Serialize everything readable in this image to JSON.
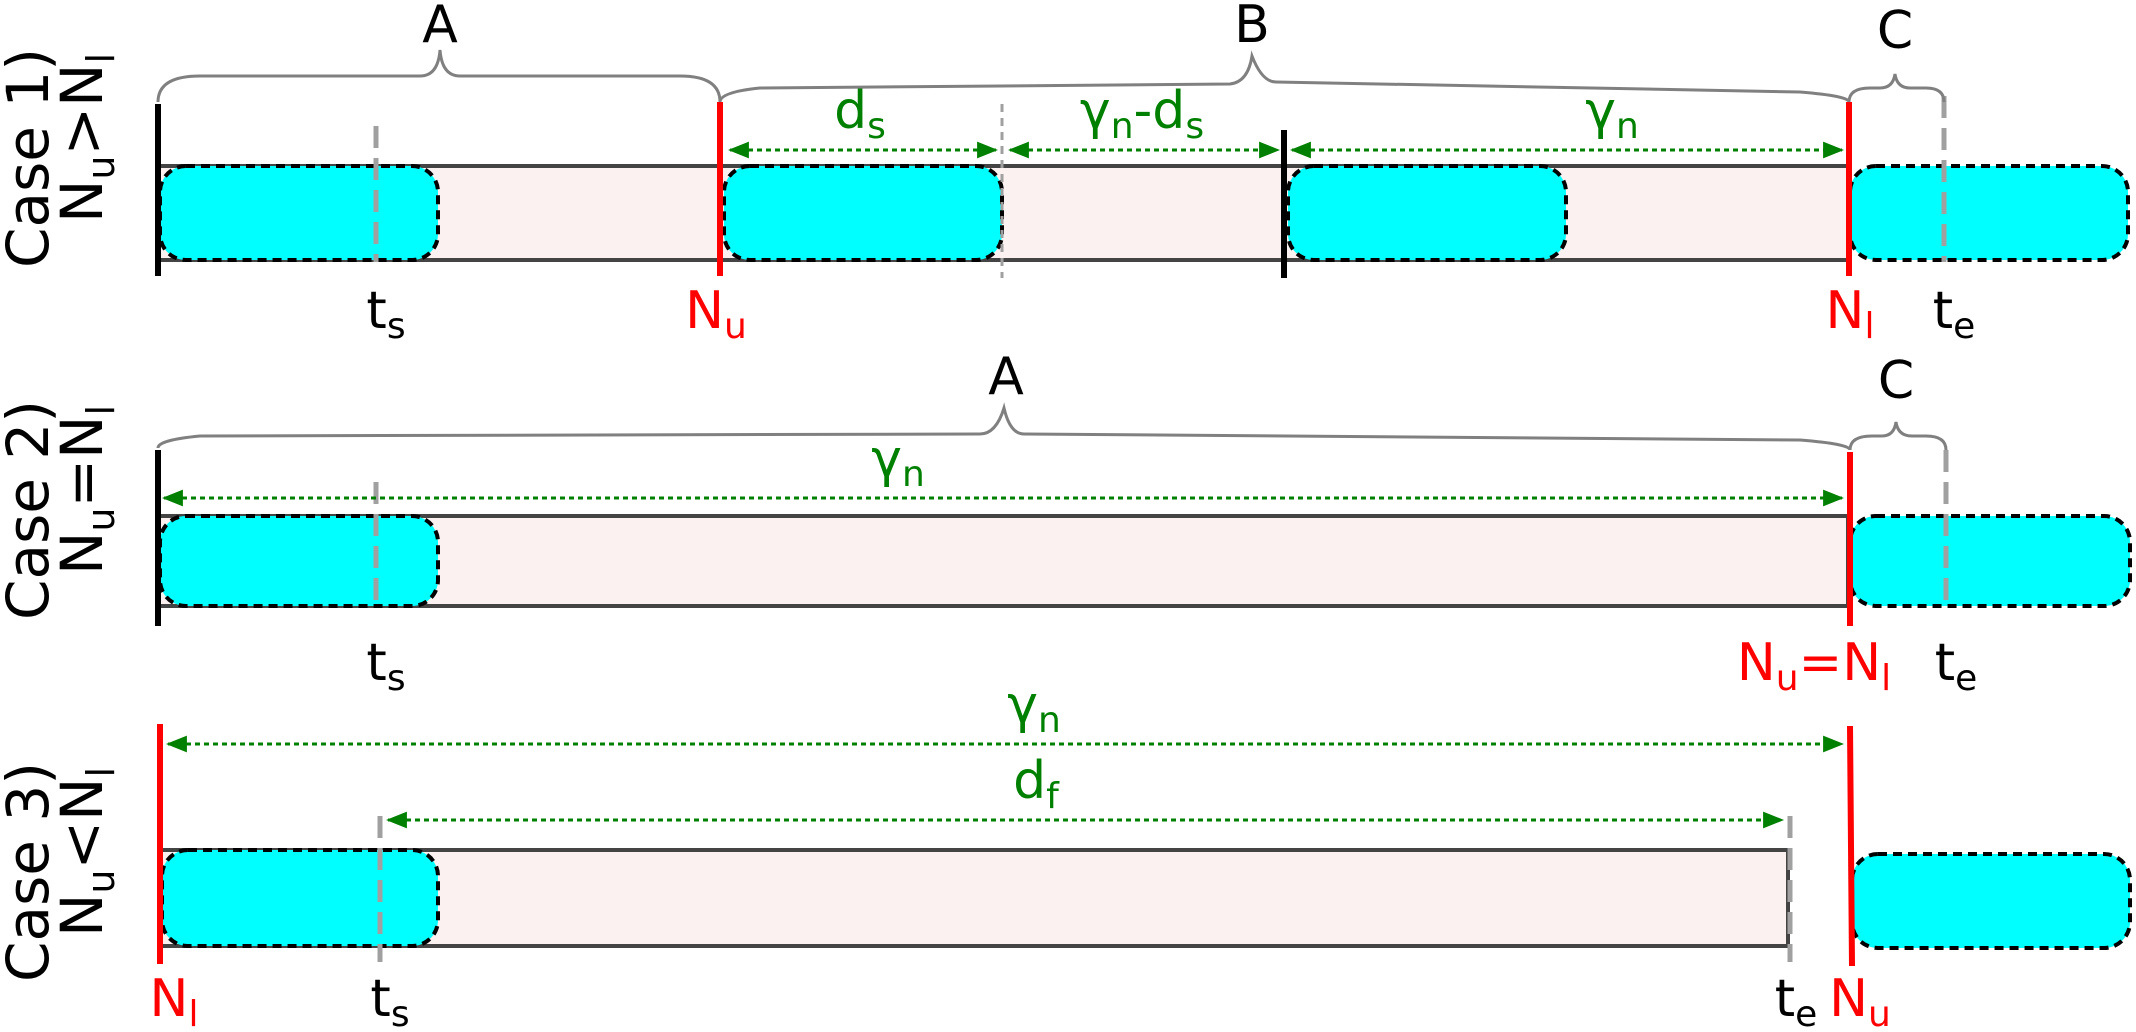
{
  "colors": {
    "cyan": "#00FFFF",
    "pink": "#FBF1F1",
    "red": "#FF0000",
    "green": "#008000",
    "gray": "#A0A0A0",
    "brace": "#808080",
    "black": "#000000",
    "border": "#444444"
  },
  "case1": {
    "title": "Case 1)",
    "cond": {
      "main": "N",
      "s1": "u",
      "op": ">",
      "main2": "N",
      "s2": "l"
    },
    "braces": {
      "a": "A",
      "b": "B",
      "c": "C"
    },
    "dims": {
      "ds": {
        "main": "d",
        "sub": "s"
      },
      "gnds": {
        "main": "γ",
        "sub": "n",
        "tail": "-d",
        "sub2": "s"
      },
      "gn": {
        "main": "γ",
        "sub": "n"
      }
    },
    "markers": {
      "ts": {
        "main": "t",
        "sub": "s"
      },
      "nu": {
        "main": "N",
        "sub": "u"
      },
      "nl": {
        "main": "N",
        "sub": "l"
      },
      "te": {
        "main": "t",
        "sub": "e"
      }
    }
  },
  "case2": {
    "title": "Case 2)",
    "cond": {
      "main": "N",
      "s1": "u",
      "op": "=",
      "main2": "N",
      "s2": "l"
    },
    "braces": {
      "a": "A",
      "c": "C"
    },
    "dims": {
      "gn": {
        "main": "γ",
        "sub": "n"
      }
    },
    "markers": {
      "ts": {
        "main": "t",
        "sub": "s"
      },
      "nunl": {
        "main": "N",
        "s1": "u",
        "op": "=",
        "main2": "N",
        "s2": "l"
      },
      "te": {
        "main": "t",
        "sub": "e"
      }
    }
  },
  "case3": {
    "title": "Case 3)",
    "cond": {
      "main": "N",
      "s1": "u",
      "op": "<",
      "main2": "N",
      "s2": "l"
    },
    "dims": {
      "gn": {
        "main": "γ",
        "sub": "n"
      },
      "df": {
        "main": "d",
        "sub": "f"
      }
    },
    "markers": {
      "nl": {
        "main": "N",
        "sub": "l"
      },
      "ts": {
        "main": "t",
        "sub": "s"
      },
      "te": {
        "main": "t",
        "sub": "e"
      },
      "nu": {
        "main": "N",
        "sub": "u"
      }
    }
  }
}
